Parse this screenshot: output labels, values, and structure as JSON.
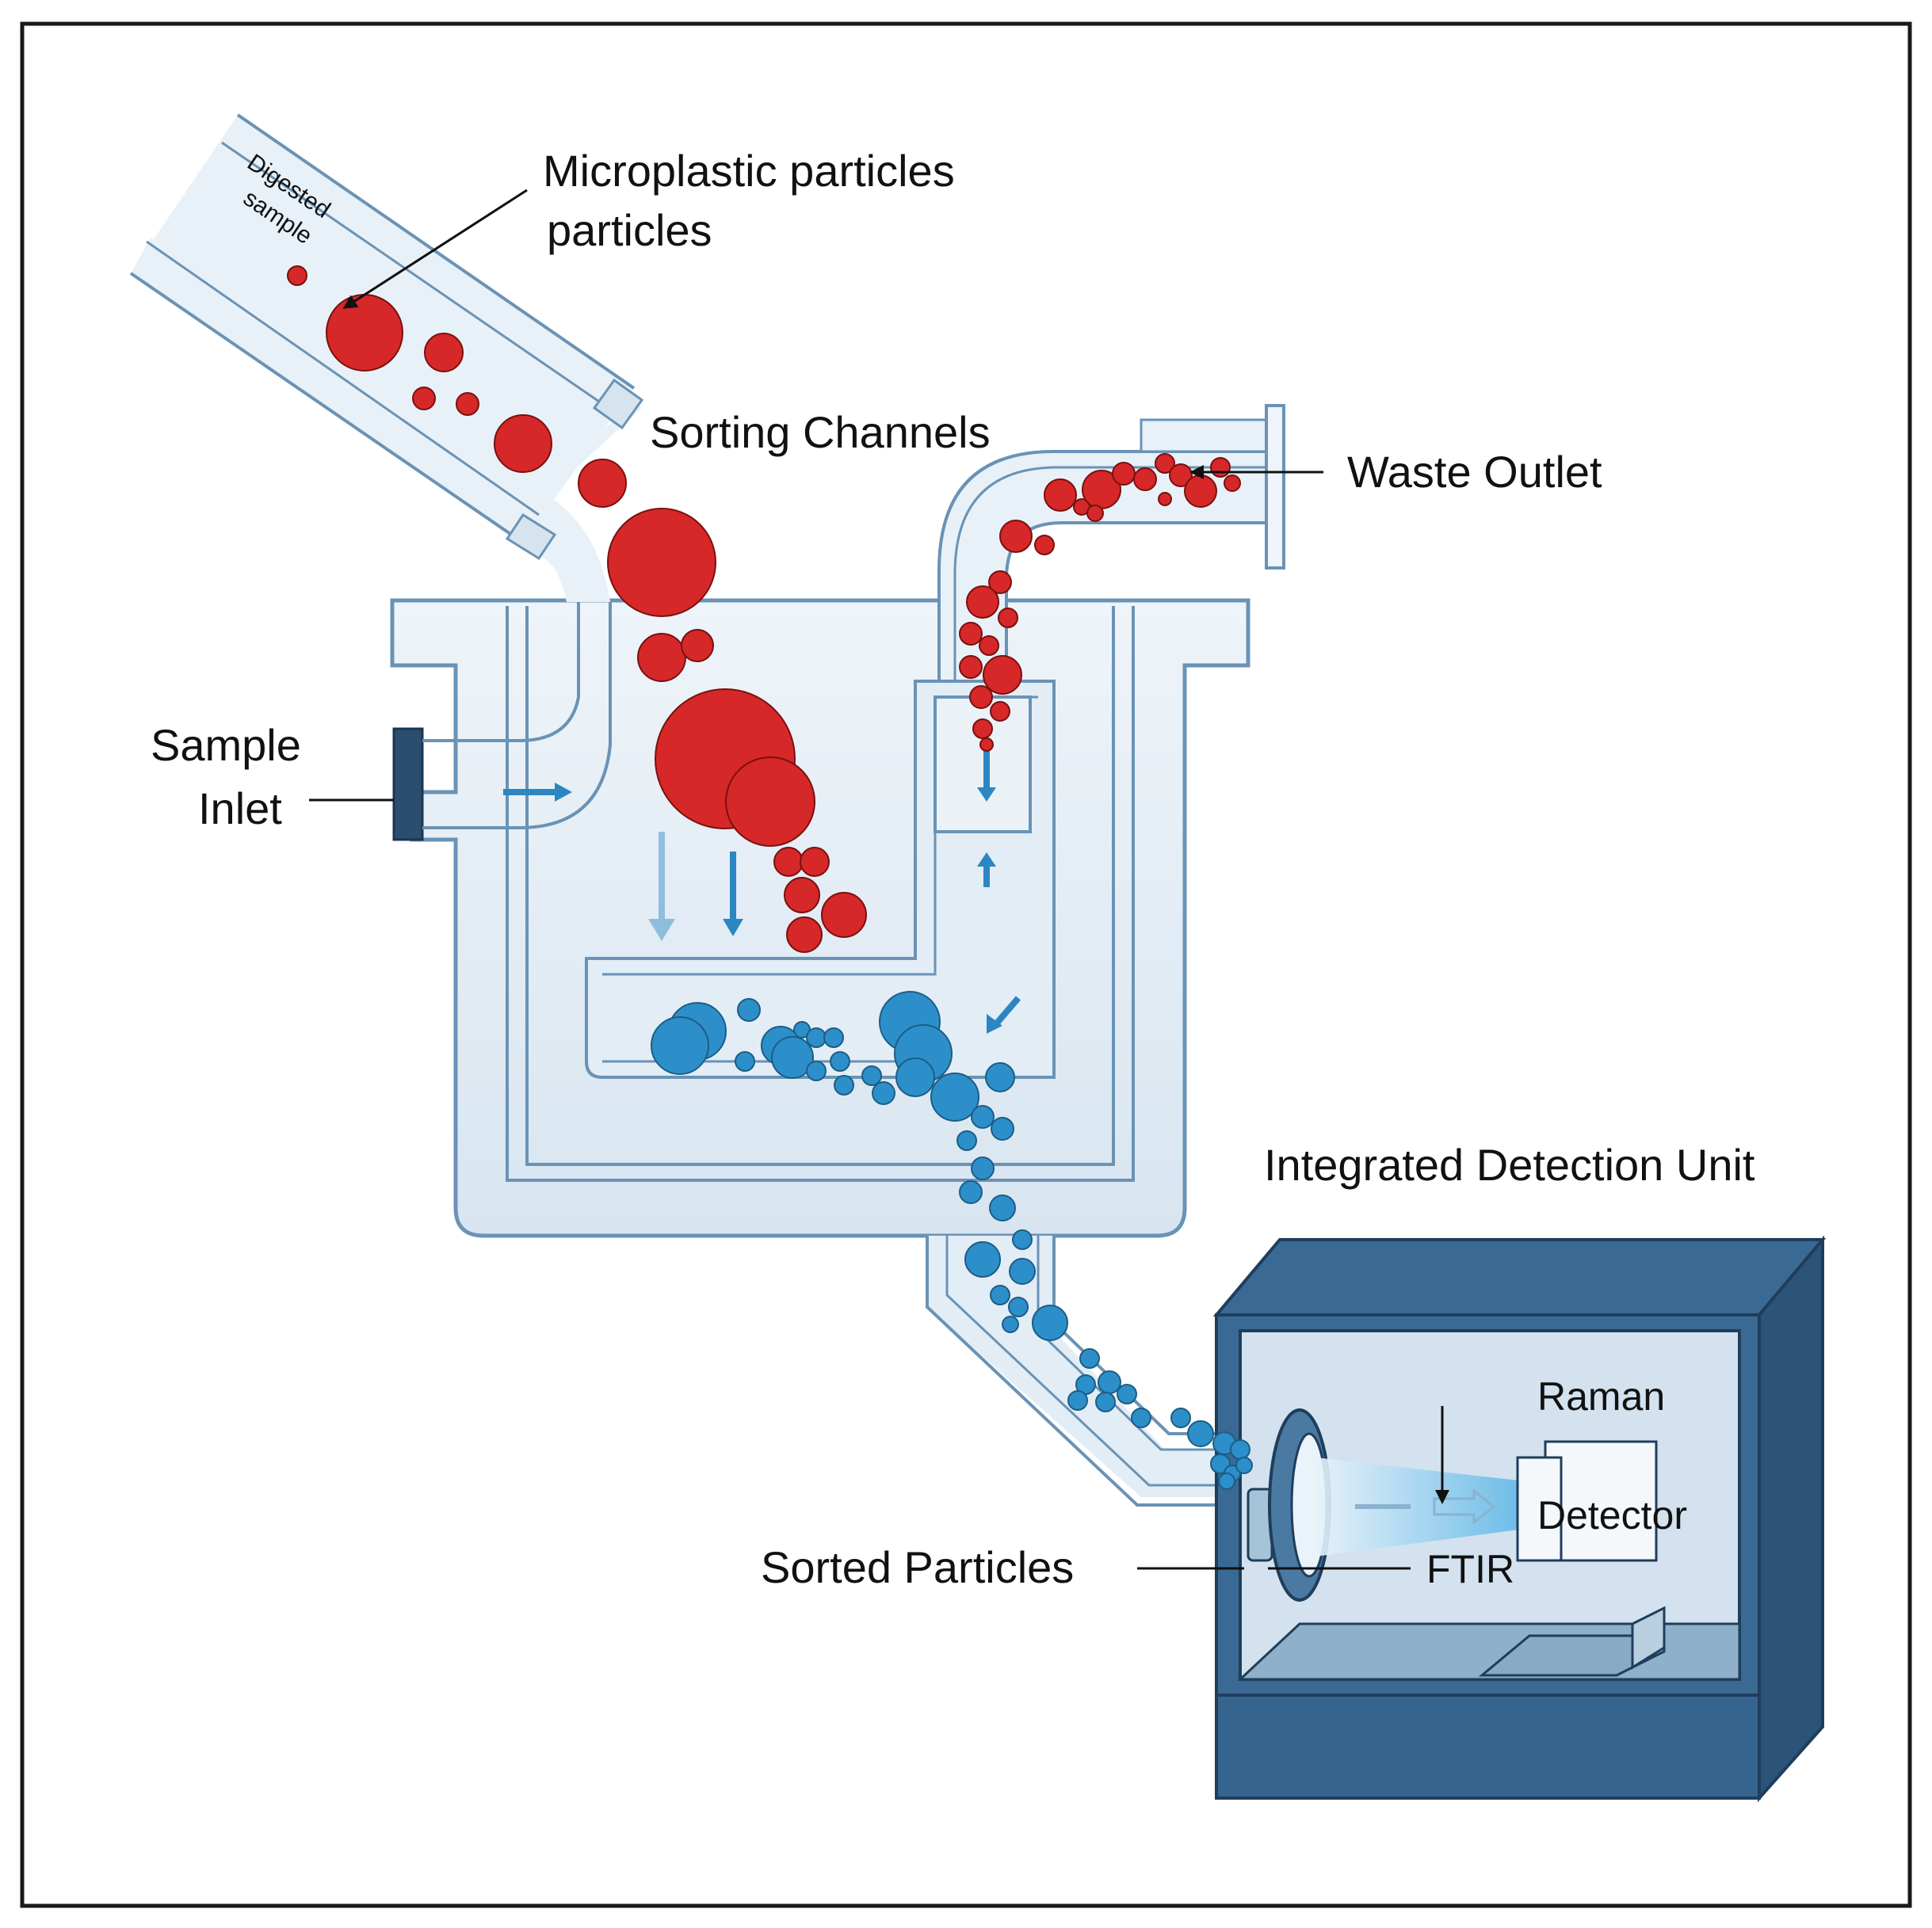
{
  "labels": {
    "digested_sample_line1": "Digested",
    "digested_sample_line2": "sample",
    "microplastic_line1": "Microplastic particles",
    "microplastic_line2": "particles",
    "sorting_channels": "Sorting Channels",
    "waste_outlet": "Waste Outlet",
    "sample_inlet_line1": "Sample",
    "sample_inlet_line2": "Inlet",
    "integrated_detection_unit": "Integrated Detection Unit",
    "raman": "Raman",
    "detector": "Detector",
    "ftir": "FTIR",
    "sorted_particles": "Sorted Particles"
  },
  "colors": {
    "microplastic_particle": "#d62828",
    "sorted_particle": "#2d8fc9",
    "channel_fill": "#dfeaf3",
    "channel_stroke": "#6a93b5",
    "detection_unit_dark": "#33618a",
    "flow_arrow": "#2b86c1"
  },
  "icons": {
    "flow_arrow": "arrow-icon",
    "particle": "particle-icon"
  }
}
